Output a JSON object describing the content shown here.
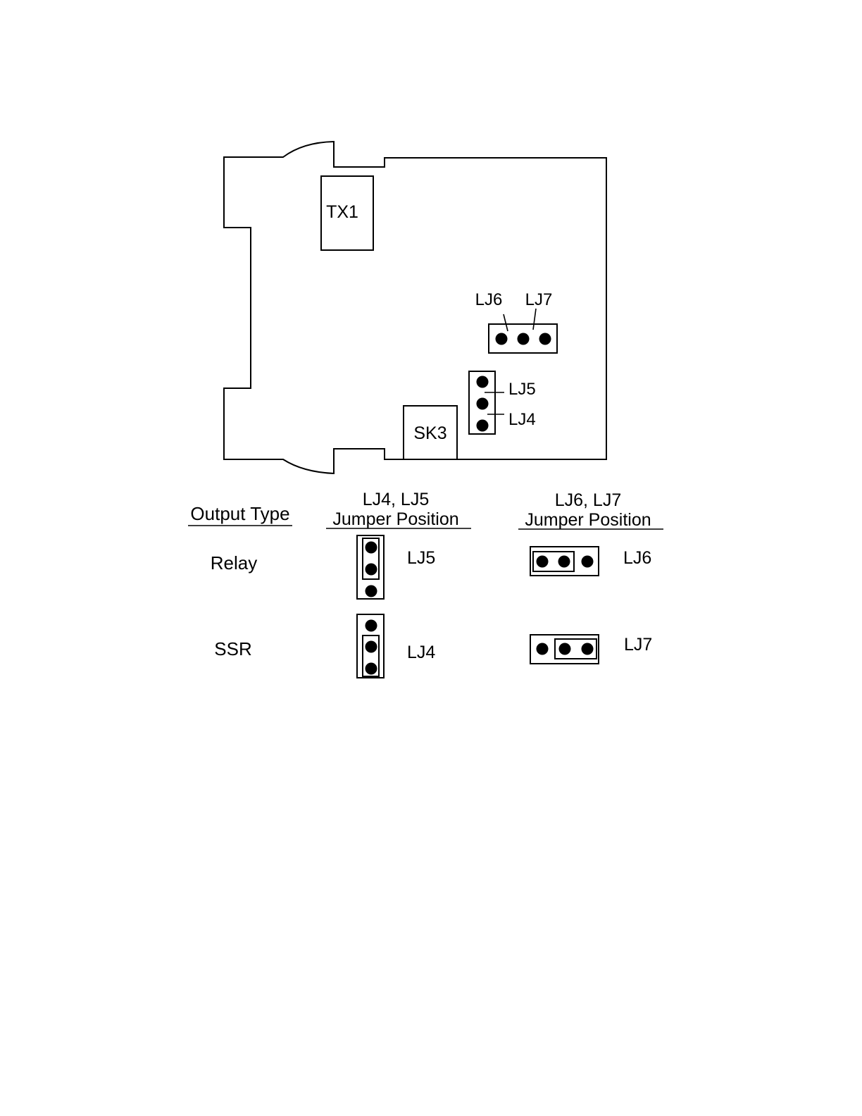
{
  "board": {
    "components": {
      "transformer_label": "TX1",
      "socket_label": "SK3"
    },
    "jumper_labels": {
      "lj6": "LJ6",
      "lj7": "LJ7",
      "lj5": "LJ5",
      "lj4": "LJ4"
    }
  },
  "table": {
    "headers": {
      "output_type": "Output Type",
      "lj45_line1": "LJ4, LJ5",
      "lj45_line2": "Jumper Position",
      "lj67_line1": "LJ6, LJ7",
      "lj67_line2": "Jumper Position"
    },
    "rows": [
      {
        "output_type": "Relay",
        "lj45_position": "LJ5",
        "lj67_position": "LJ6"
      },
      {
        "output_type": "SSR",
        "lj45_position": "LJ4",
        "lj67_position": "LJ7"
      }
    ]
  }
}
